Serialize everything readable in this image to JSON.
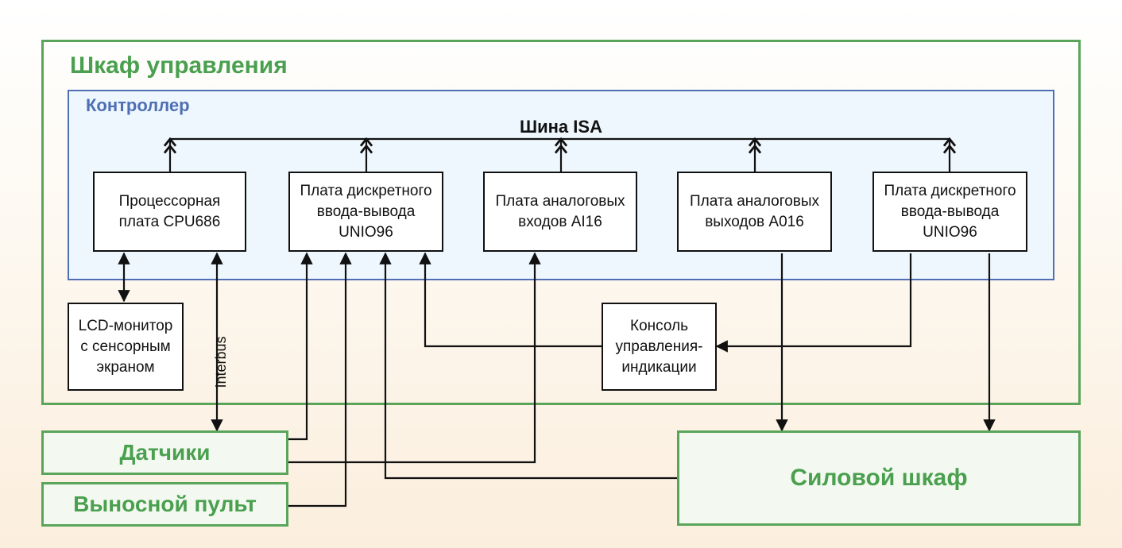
{
  "cabinet": {
    "title": "Шкаф управления"
  },
  "controller": {
    "title": "Контроллер",
    "bus_label": "Шина ISA"
  },
  "boards": [
    {
      "label": "Процессорная\nплата CPU686"
    },
    {
      "label": "Плата дискретного\nввода-вывода\nUNIO96"
    },
    {
      "label": "Плата аналоговых\nвходов AI16"
    },
    {
      "label": "Плата аналоговых\nвыходов A016"
    },
    {
      "label": "Плата дискретного\nввода-вывода\nUNIO96"
    }
  ],
  "lcd": {
    "label": "LCD-монитор\nс сенсорным\nэкраном"
  },
  "console": {
    "label": "Консоль\nуправления-\nиндикации"
  },
  "interbus_label": "Interbus",
  "sensors": {
    "label": "Датчики"
  },
  "remote_panel": {
    "label": "Выносной пульт"
  },
  "power_cabinet": {
    "label": "Силовой шкаф"
  }
}
